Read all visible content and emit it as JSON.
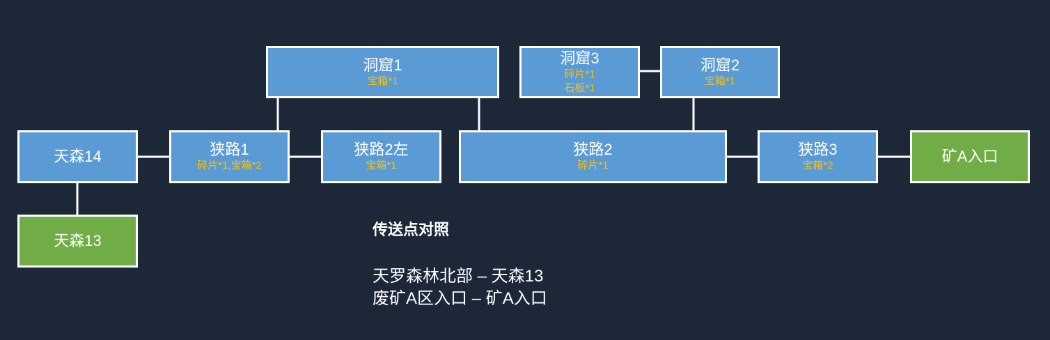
{
  "colors": {
    "background": "#1c2738",
    "area_node": "#5b9bd5",
    "exit_node": "#70ad47",
    "item_text": "#ffc000",
    "connector": "#ffffff"
  },
  "nodes": {
    "cave1": {
      "title": "洞窟1",
      "items": [
        "宝箱*1"
      ]
    },
    "cave3": {
      "title": "洞窟3",
      "items": [
        "碎片*1",
        "石板*1"
      ]
    },
    "cave2": {
      "title": "洞窟2",
      "items": [
        "宝箱*1"
      ]
    },
    "tiansen14": {
      "title": "天森14",
      "items": []
    },
    "path1": {
      "title": "狭路1",
      "items": [
        "碎片*1,宝箱*2"
      ]
    },
    "path2left": {
      "title": "狭路2左",
      "items": [
        "宝箱*1"
      ]
    },
    "path2": {
      "title": "狭路2",
      "items": [
        "碎片*1"
      ]
    },
    "path3": {
      "title": "狭路3",
      "items": [
        "宝箱*2"
      ]
    },
    "mineA": {
      "title": "矿A入口",
      "items": []
    },
    "tiansen13": {
      "title": "天森13",
      "items": []
    }
  },
  "legend": {
    "title": "传送点对照",
    "lines": [
      "天罗森林北部 – 天森13",
      "废矿A区入口 – 矿A入口"
    ]
  }
}
